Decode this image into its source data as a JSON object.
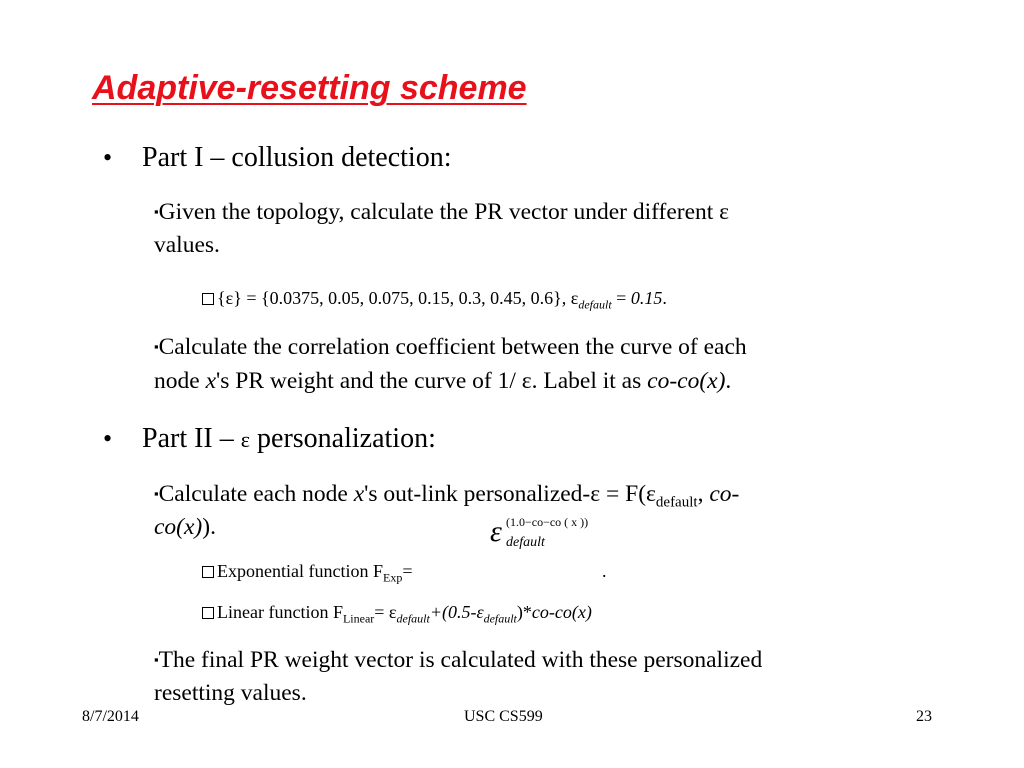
{
  "title": "Adaptive-resetting scheme",
  "bullet_glyph": "•",
  "level2_marker": "▪",
  "part1": {
    "heading": "Part I – collusion detection:",
    "item1_line1": "Given the topology, calculate the PR vector under different ε",
    "item1_line2": "values.",
    "eps_set": "{ε} =  {0.0375, 0.05, 0.075, 0.15, 0.3, 0.45, 0.6}, ε",
    "eps_sub": "default",
    "eps_eq": " = ",
    "eps_val": "0.15",
    "eps_end": ".",
    "item2_line1": "Calculate the correlation coefficient between the curve of each",
    "item2_l2_a": "node ",
    "item2_l2_x": "x",
    "item2_l2_b": "'s PR weight and the curve of 1/ ε. Label it as ",
    "item2_l2_c": "co-co(x)",
    "item2_l2_d": "."
  },
  "part2": {
    "heading_a": "Part II – ",
    "heading_eps": "ε",
    "heading_b": " personalization:",
    "item1_a": "Calculate each node ",
    "item1_x": "x",
    "item1_b": "'s out-link personalized-ε = F(ε",
    "item1_sub": "default",
    "item1_c": ", ",
    "item1_d": "co-",
    "item1_line2": "co(x)",
    "item1_line2_end": ").",
    "formula_base": "ε",
    "formula_sub": "default",
    "formula_sup": "(1.0−co−co ( x ))",
    "exp_a": "Exponential function F",
    "exp_sub": "Exp",
    "exp_b": "=",
    "exp_end": ".",
    "lin_a": "Linear function F",
    "lin_sub": "Linear",
    "lin_b": "= ε",
    "lin_sub2": "default",
    "lin_c": "+(0.5-ε",
    "lin_sub3": "default",
    "lin_d": ")*",
    "lin_e": "co-co(x)",
    "item2_line1": "The final PR weight vector is calculated with these personalized",
    "item2_line2": "resetting values."
  },
  "footer": {
    "date": "8/7/2014",
    "center": "USC CS599",
    "page": "23"
  }
}
